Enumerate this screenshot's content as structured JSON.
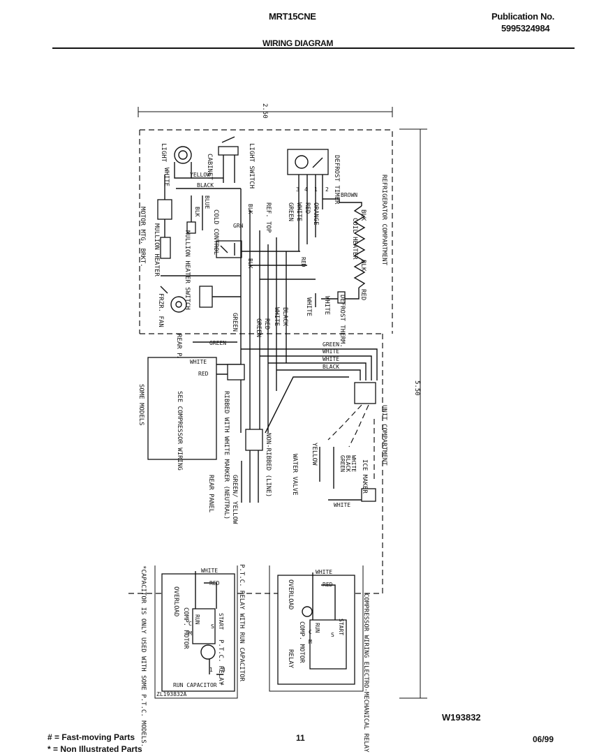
{
  "header": {
    "model": "MRT15CNE",
    "pub_label": "Publication No.",
    "pub_number": "5995324984",
    "section_title": "WIRING DIAGRAM"
  },
  "diagram": {
    "dim_top": "2.50",
    "dim_right": "5.50",
    "compartment_refrigerator": "REFRIGERATOR COMPARTMENT",
    "compartment_unit": "UNIT COMPARTMENT",
    "components": {
      "light": "LIGHT",
      "cabinet": "CABINET",
      "light_switch": "LIGHT SWITCH",
      "defrost_timer": "DEFROST TIMER",
      "motor_mtg_brkt": "MOTOR MTG. BRKT.",
      "mullion_heater": "MULLION HEATER",
      "mullion_heater_switch": "MULLION HEATER SWITCH",
      "cold_control": "COLD CONTROL",
      "ref_top": "REF. TOP",
      "coil_heater": "COIL HEATER",
      "frzr_fan": "FRZR. FAN",
      "defrost_therm": "DEFROST THERM.",
      "rear_panel": "REAR PANEL",
      "see_compressor_wiring": "SEE COMPRESSOR WIRING",
      "some_models": "SOME MODELS",
      "ribbed_neutral": "RIBBED WITH WHITE MARKER (NEUTRAL)",
      "non_ribbed_line": "NON-RIBBED (LINE)",
      "green_yellow": "GREEN/ YELLOW",
      "water_valve": "WATER VALVE",
      "ice_maker": "ICE MAKER"
    },
    "wire_colors": {
      "white": "WHITE",
      "yellow": "YELLOW",
      "black": "BLACK",
      "blue": "BLUE",
      "blk": "BLK",
      "grn": "GRN",
      "green": "GREEN",
      "red": "RED",
      "orange": "ORANGE",
      "brown": "BROWN"
    },
    "timer_terminals": [
      "1",
      "2",
      "3",
      "4"
    ],
    "ptc_box": {
      "title": "P.T.C. RELAY WITH RUN CAPACITOR",
      "overload": "OVERLOAD",
      "motor": "COMP. MOTOR",
      "relay": "P.T.C. RELAY",
      "run_capacitor": "RUN CAPACITOR *",
      "note": "*CAPACITOR IS ONLY USED WITH SOME P.T.C. MODELS.",
      "part_number": "ZL193832A",
      "white": "WHITE",
      "red": "RED",
      "start": "START",
      "run": "RUN",
      "c": "C",
      "m": "M",
      "s": "S",
      "terminal_1": "1",
      "terminal_3": "3"
    },
    "emr_box": {
      "title": "COMPRESSOR WIRING ELECTRO-MECHANICAL RELAY",
      "overload": "OVERLOAD",
      "motor": "COMP. MOTOR",
      "relay": "RELAY",
      "white": "WHITE",
      "red": "RED",
      "start": "START",
      "run": "RUN",
      "c": "C",
      "m": "M",
      "s": "S"
    }
  },
  "footer": {
    "diagram_id": "W193832",
    "legend_fast": "# = Fast-moving Parts",
    "legend_non": "* = Non Illustrated Parts",
    "page_number": "11",
    "date": "06/99"
  }
}
